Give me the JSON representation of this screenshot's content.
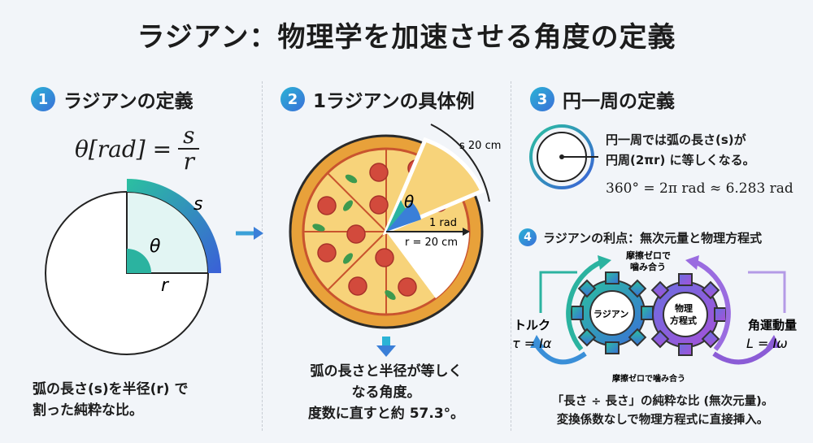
{
  "title": "ラジアン：物理学を加速させる角度の定義",
  "sections": [
    {
      "num": "1",
      "heading": "ラジアンの定義",
      "formula_lhs": "θ[rad] =",
      "formula_num": "s",
      "formula_den": "r",
      "label_s": "s",
      "label_theta": "θ",
      "label_r": "r",
      "caption_lines": [
        "弧の長さ(s)を半径(r) で",
        "割った純粋な比。"
      ]
    },
    {
      "num": "2",
      "heading": "1ラジアンの具体例",
      "label_arc": "s 20 cm",
      "label_theta": "θ",
      "label_rad": "1 rad",
      "label_radius": "r = 20 cm",
      "caption_lines": [
        "弧の長さと半径が等しく",
        "なる角度。",
        "度数に直すと約 57.3°。"
      ]
    },
    {
      "num": "3",
      "heading": "円一周の定義",
      "desc_lines": [
        "円一周では弧の長さ(s)が",
        "円周(2πr) に等しくなる。"
      ],
      "formula": "360° = 2π rad ≈ 6.283 rad"
    },
    {
      "num": "4",
      "heading": "ラジアンの利点：無次元量と物理方程式",
      "top_label_lines": [
        "摩擦ゼロで",
        "噛み合う"
      ],
      "bottom_label": "摩擦ゼロで噛み合う",
      "gear_left": "ラジアン",
      "gear_right_lines": [
        "物理",
        "方程式"
      ],
      "left_title": "トルク",
      "left_formula": "τ = Iα",
      "right_title": "角運動量",
      "right_formula": "L = Iω",
      "caption_lines": [
        "「長さ ÷ 長さ」の純粋な比 (無次元量)。",
        "変換係数なしで物理方程式に直接挿入。"
      ]
    }
  ],
  "colors": {
    "accent_teal": "#2bb3a0",
    "accent_blue": "#3a6fd8",
    "accent_purple": "#8b5cd6",
    "crust": "#e8a13a",
    "cheese": "#f7d37a",
    "pepperoni": "#d24a3c"
  }
}
